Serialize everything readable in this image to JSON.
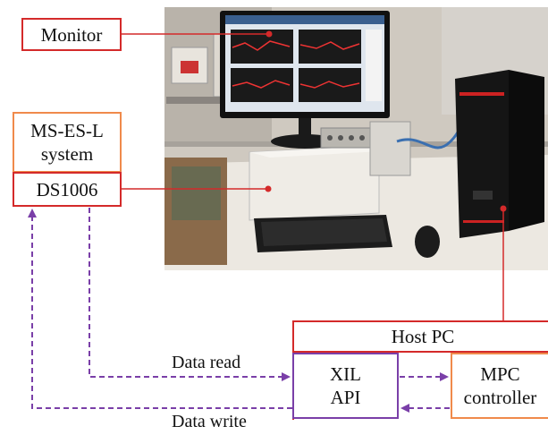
{
  "labels": {
    "monitor": "Monitor",
    "ms_es_l": "MS-ES-L\nsystem",
    "ds1006": "DS1006",
    "host_pc": "Host PC",
    "xil_api": "XIL\nAPI",
    "mpc_controller": "MPC\ncontroller",
    "data_read": "Data read",
    "data_write": "Data write"
  },
  "colors": {
    "red": "#d42a2a",
    "orange": "#f08a4b",
    "purple": "#7a3fa8",
    "pointer": "#d42a2a"
  }
}
